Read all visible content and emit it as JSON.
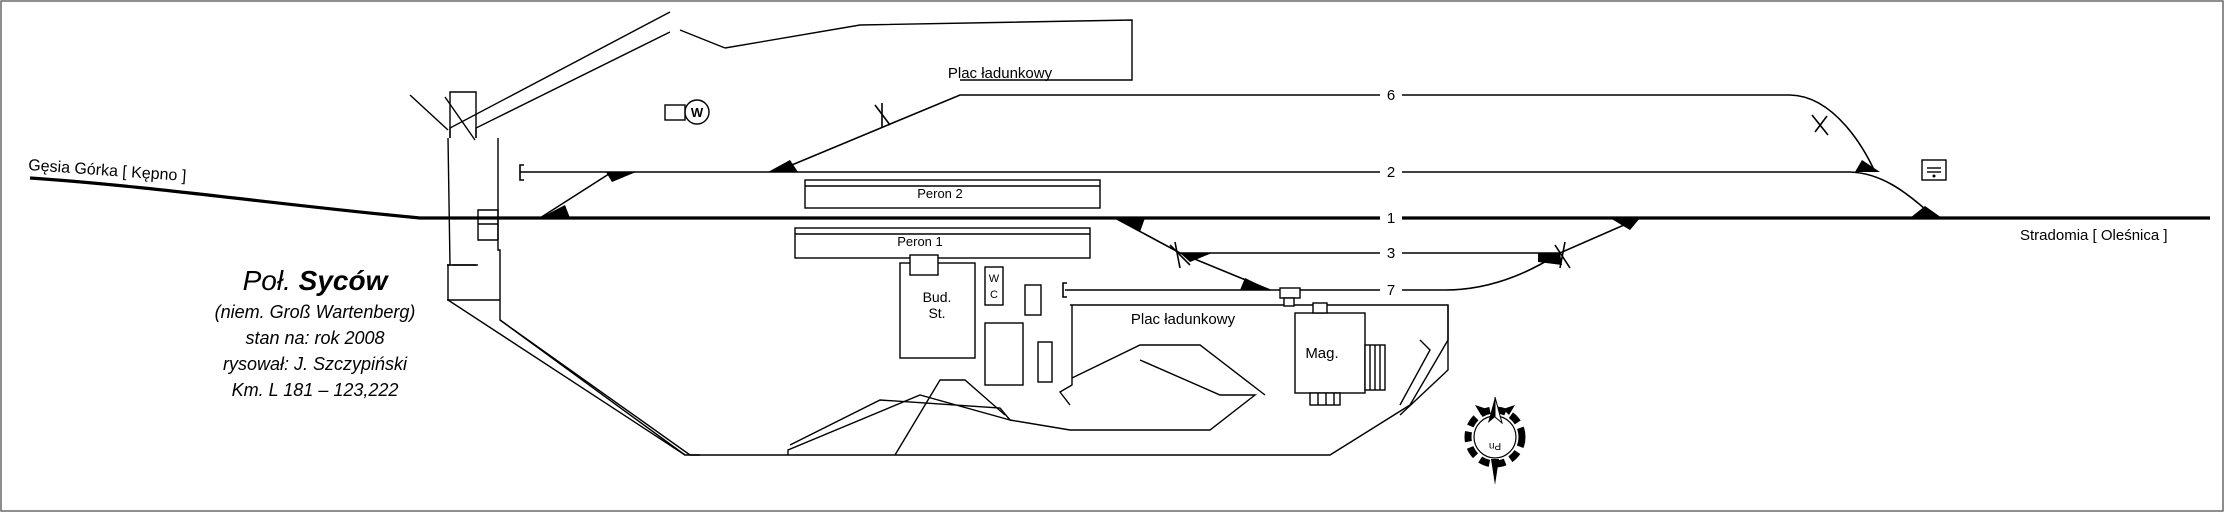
{
  "title": {
    "prefix": "Poł.",
    "name": "Syców",
    "lines": [
      "(niem. Groß Wartenberg)",
      "stan na: rok 2008",
      "rysował: J. Szczypiński",
      "Km. L 181 – 123,222"
    ]
  },
  "directions": {
    "west": "Gęsia Górka [ Kępno ]",
    "east": "Stradomia [ Oleśnica ]"
  },
  "tracks": [
    "6",
    "2",
    "1",
    "3",
    "7"
  ],
  "platforms": {
    "peron_2": "Peron 2",
    "peron_1": "Peron 1"
  },
  "labels": {
    "plac_upper": "Plac ładunkowy",
    "plac_lower": "Plac ładunkowy",
    "station_building": [
      "Bud.",
      "St."
    ],
    "wc": [
      "W",
      "C"
    ],
    "warehouse": "Mag.",
    "water_tower": "W",
    "compass": "Pn"
  }
}
